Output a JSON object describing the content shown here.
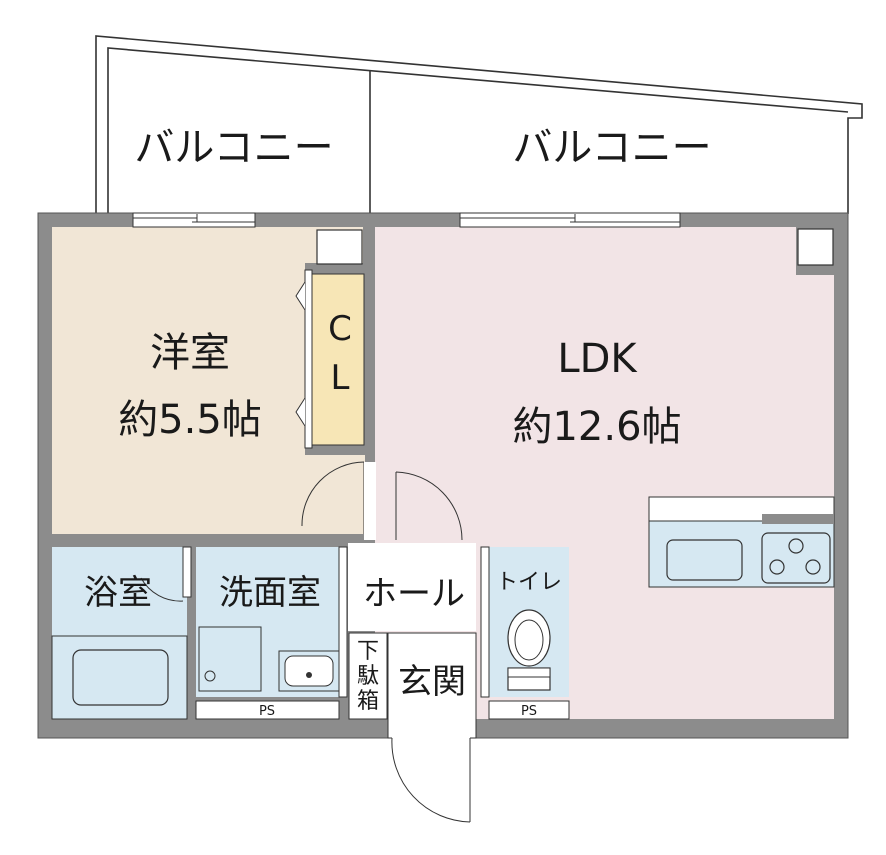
{
  "balcony": {
    "left_label": "バルコニー",
    "right_label": "バルコニー"
  },
  "rooms": {
    "western": {
      "name": "洋室",
      "size": "約5.5帖"
    },
    "closet": {
      "line1": "C",
      "line2": "L"
    },
    "ldk": {
      "name": "LDK",
      "size": "約12.6帖"
    },
    "bath": {
      "name": "浴室"
    },
    "washroom": {
      "name": "洗面室"
    },
    "hall": {
      "name": "ホール"
    },
    "toilet": {
      "name": "トイレ"
    },
    "shoe_box": {
      "chars": [
        "下",
        "駄",
        "箱"
      ]
    },
    "entrance": {
      "name": "玄関"
    }
  },
  "ps_left": "PS",
  "ps_right": "PS",
  "colors": {
    "wall": "#8c8c8c",
    "western_floor": "#f1e6d6",
    "closet_floor": "#f7e6b6",
    "ldk_floor": "#f2e4e6",
    "wet_floor": "#d6e8f2",
    "hall_floor": "#ffffff"
  }
}
